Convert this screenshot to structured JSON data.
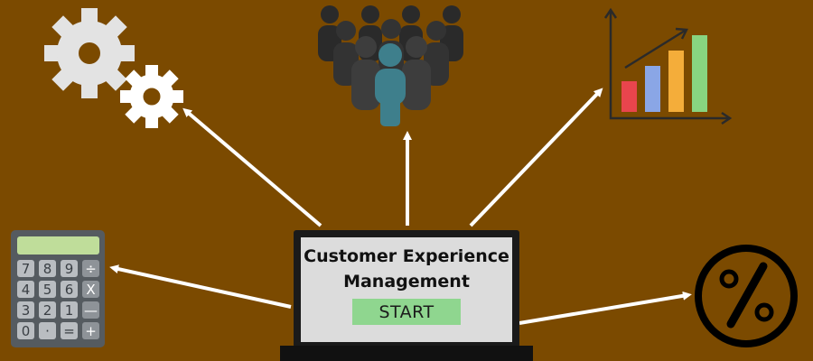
{
  "app": {
    "title_line1": "Customer Experience",
    "title_line2": "Management",
    "start_label": "START"
  },
  "calculator": {
    "keys": [
      [
        "7",
        "8",
        "9",
        "÷"
      ],
      [
        "4",
        "5",
        "6",
        "X"
      ],
      [
        "3",
        "2",
        "1",
        "—"
      ],
      [
        "0",
        "·",
        "=",
        "+"
      ]
    ]
  },
  "icons": {
    "gears": "gears-icon",
    "people": "people-crowd-icon",
    "chart": "bar-chart-growth-icon",
    "calculator": "calculator-icon",
    "percent": "percent-icon"
  },
  "chart_bars": {
    "values": [
      2,
      3,
      4,
      5
    ],
    "colors": [
      "#e8454d",
      "#8aa6e6",
      "#f4ad3a",
      "#88d480"
    ]
  },
  "colors": {
    "background": "#7b4a00",
    "arrow": "#ffffff",
    "start": "#8fd68f",
    "highlight_person": "#3e7f8c"
  }
}
